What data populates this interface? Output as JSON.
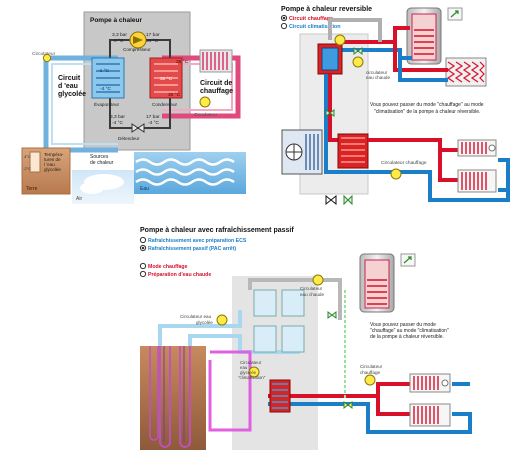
{
  "panel1": {
    "title": "Pompe à chaleur",
    "circulateur_left": "Circulateur",
    "circuit_eau_glycolee": [
      "Circuit",
      "d 'eau",
      "glycolée"
    ],
    "circuit_chauffage": [
      "Circuit de",
      "chauffage"
    ],
    "circulateur_right": "Circulateur",
    "top_left_pressure": "3,3 bar",
    "top_left_temp": "0 °C",
    "top_right_pressure": "17 bar",
    "top_right_temp": "34 °C",
    "compresseur": "Compresseur",
    "evaporateur": "Évaporateur",
    "condenseur": "Condenseur",
    "detendeur": "Détendeur",
    "bot_left_pressure": "3,3 bar",
    "bot_left_temp": "-4 °C",
    "bot_right_pressure": "17 bar",
    "bot_right_temp": "-4 °C",
    "evap_in": "-1 °C",
    "evap_out": "-4 °C",
    "cond_in": "35 °C",
    "cond_mid": "32 °C",
    "cond_out": "30 °C",
    "temperature_label": [
      "Tempéra-",
      "tures de",
      "l 'eau",
      "glycolée"
    ],
    "temp_scale_left": [
      "4°C",
      "-2°C"
    ],
    "sources_chaleur": [
      "Sources",
      "de chaleur"
    ],
    "terre": "Terre",
    "air": "Air",
    "eau": "Eau"
  },
  "panel2": {
    "title": "Pompe à chaleur reversible",
    "legend": [
      {
        "label": "Circuit chauffage",
        "color": "#d8102a",
        "selected": true
      },
      {
        "label": "Circuit climatisation",
        "color": "#1a7fc8",
        "selected": false
      }
    ],
    "circ_ecs": [
      "circulateur",
      "eau chaude"
    ],
    "circ_chauffage": "Circulateur chauffage",
    "note": [
      "Vous pouvez passer du mode \"chauffage\" au mode",
      "\"climatisation\" de la pompe à chaleur réversible."
    ]
  },
  "panel3": {
    "title": "Pompe à chaleur avec rafraîchissement passif",
    "legend_top": [
      {
        "label": "Rafraîchissement avec préparation ECS",
        "color": "#1a7fc8",
        "selected": false
      },
      {
        "label": "Rafraîchissement passif (PAC arrêt)",
        "color": "#1a7fc8",
        "selected": true
      }
    ],
    "legend_bottom": [
      {
        "label": "Mode chauffage",
        "color": "#d8102a",
        "selected": false
      },
      {
        "label": "Préparation d'eau chaude",
        "color": "#d8102a",
        "selected": false
      }
    ],
    "circ_ecs": [
      "Circulateur",
      "eau chaude"
    ],
    "circ_glycolee": [
      "Circulateur eau",
      "glycolée"
    ],
    "circ_glycolee_clim": [
      "Circulateur",
      "eau",
      "glycolée",
      "\"climatisation\""
    ],
    "circ_chauffage": [
      "Circulateur",
      "chauffage"
    ],
    "note": [
      "Vous pouvez passer du mode",
      "\"chauffage\" au mode \"climatisation\"",
      "de la pompe à chaleur réversible."
    ]
  }
}
